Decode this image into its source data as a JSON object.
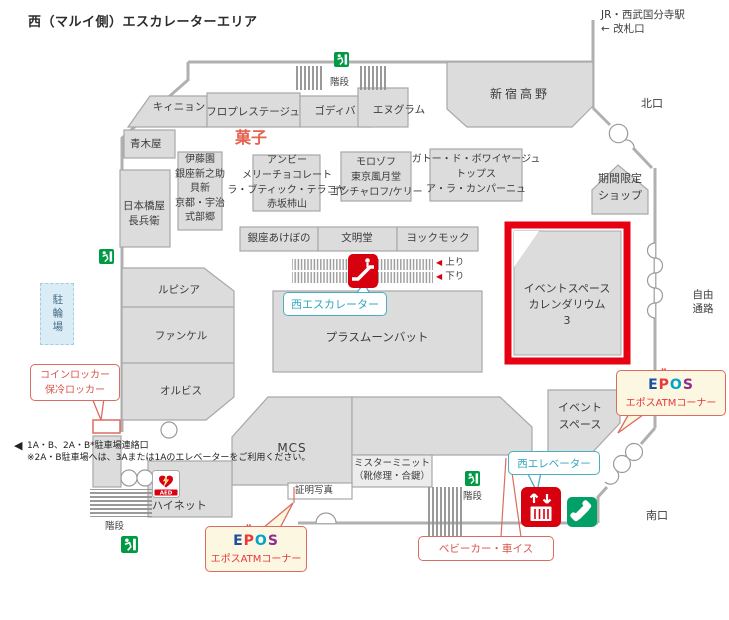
{
  "title": "西（マルイ側）エスカレーターエリア",
  "station": {
    "name": "JR・西武国分寺駅",
    "gate": "← 改札口"
  },
  "exits": {
    "north": "北口",
    "south": "南口",
    "passage": "自由\n通路"
  },
  "labels": {
    "kashi": "菓子",
    "stairs": "階段",
    "up": "上り",
    "down": "下り",
    "bicycle": "駐輪場",
    "photo": "証明写真",
    "note1": "1A・B、2A・B*駐車場連絡口",
    "note2": "※2A・B駐車場へは、3Aまたは1Aのエレベーターをご利用ください。",
    "aed": "AED"
  },
  "shops": {
    "quinion": "キィニョン",
    "flo": "フロプレステージュ",
    "godiva": "ゴディバ",
    "ngram": "エヌグラム",
    "takano": "新宿高野",
    "aokiya": "青木屋",
    "itoen_group": "伊藤園\n銀座新之助\n貝新\n京都・宇治\n式部郷",
    "ambie_group": "アンビー\nメリーチョコレート\nラ・ブティック・テラコヤ\n赤坂柿山",
    "morozoff_group": "モロゾフ\n東京風月堂\nゴンチャロフ/ケリー",
    "gateau_group": "ガトー・ド・ボワイヤージュ\nトップス\nア・ラ・カンパーニュ",
    "nihonbashiya": "日本橋屋\n長兵衛",
    "akebono": "銀座あけぼの",
    "bunmeido": "文明堂",
    "yokumoku": "ヨックモック",
    "lupicia": "ルピシア",
    "fancl": "ファンケル",
    "orbis": "オルビス",
    "moonbat": "プラスムーンバット",
    "mcs": "MCS",
    "minit": "ミスターミニット\n（靴修理・合鍵）",
    "hinet": "ハイネット",
    "limited": "期間限定\nショップ",
    "event_space": "イベント\nスペース"
  },
  "red_space": {
    "text": "イベントスペース\nカレンダリウム\n3"
  },
  "callouts": {
    "coin_locker": "コインロッカー\n保冷ロッカー",
    "west_escalator": "西エスカレーター",
    "west_elevator": "西エレベーター",
    "stroller": "ベビーカー・車イス",
    "epos": {
      "e": "E",
      "p": "P",
      "o": "O",
      "s": "S",
      "label": "エポスATMコーナー"
    }
  },
  "icons": {
    "tri": "◀"
  },
  "colors": {
    "event_box_red": "#e60012",
    "callout_red": "#dd6b60",
    "teal": "#2fa8bc",
    "exit_green": "#009944",
    "pictogram_red": "#d7000f",
    "phone_green": "#00a066",
    "epos_bg_yellow": "#fcf7e0",
    "block_gray": "#dcdcdc",
    "kashi_red": "#e8604e"
  }
}
